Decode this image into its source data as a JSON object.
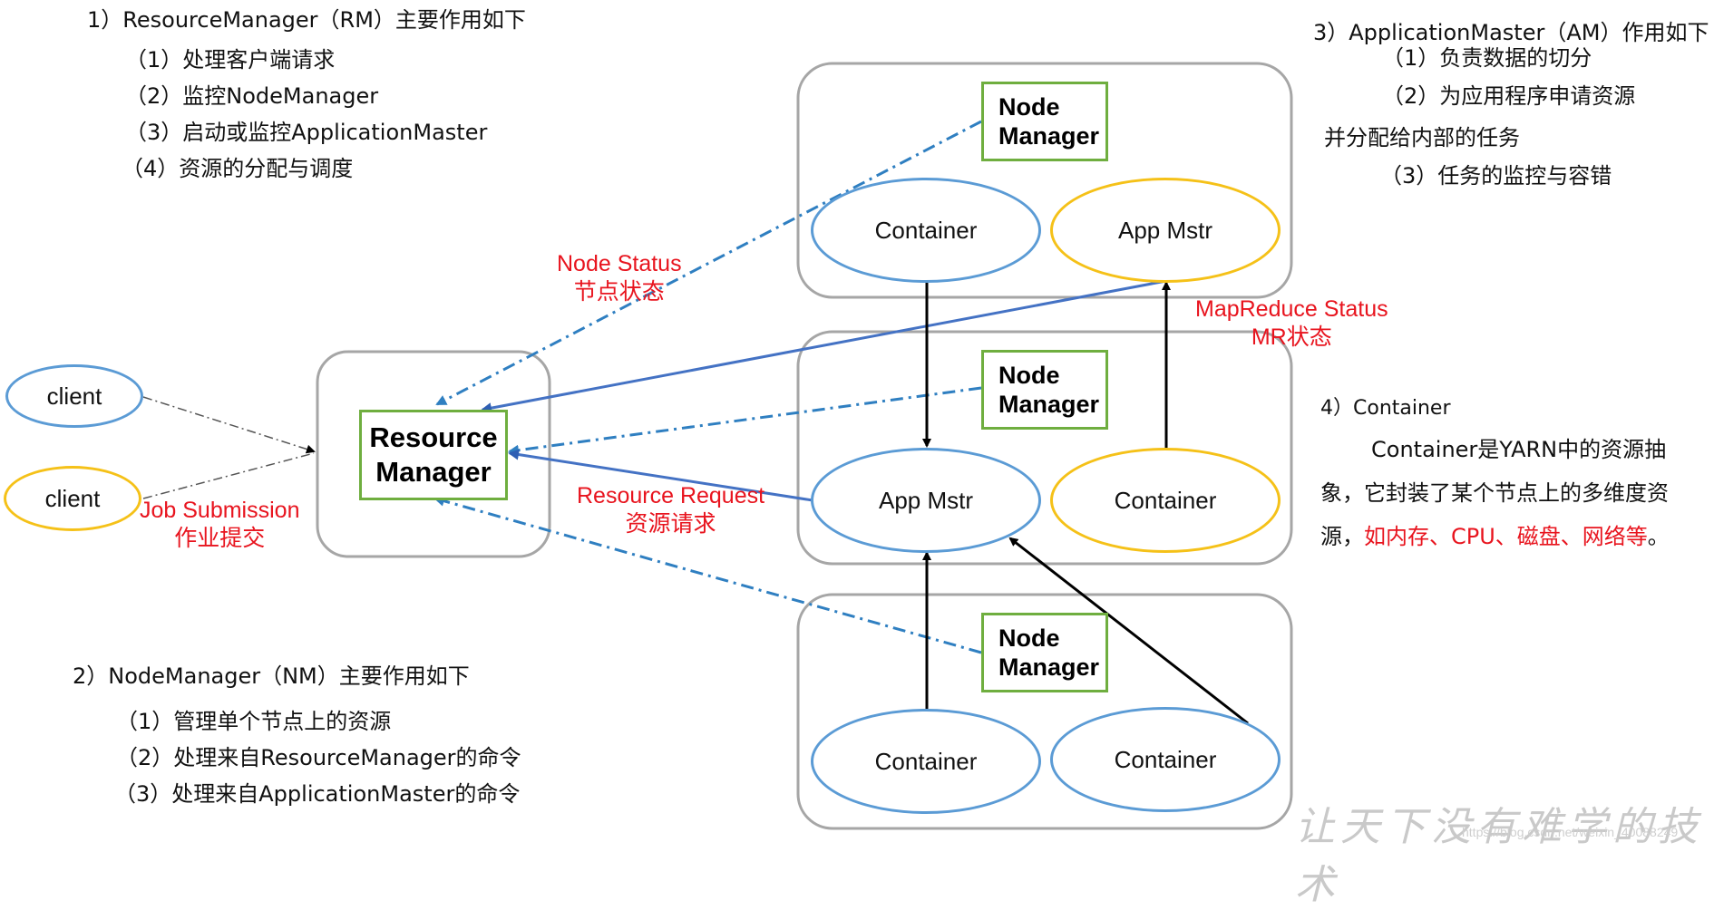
{
  "rm_section": {
    "heading": "1）ResourceManager（RM）主要作用如下",
    "items": [
      "（1）处理客户端请求",
      "（2）监控NodeManager",
      "（3）启动或监控ApplicationMaster",
      "（4）资源的分配与调度"
    ]
  },
  "nm_section": {
    "heading": "2）NodeManager（NM）主要作用如下",
    "items": [
      "（1）管理单个节点上的资源",
      "（2）处理来自ResourceManager的命令",
      "（3）处理来自ApplicationMaster的命令"
    ]
  },
  "am_section": {
    "heading": "3）ApplicationMaster（AM）作用如下",
    "items": [
      "（1）负责数据的切分",
      "（2）为应用程序申请资源",
      "并分配给内部的任务",
      "（3）任务的监控与容错"
    ]
  },
  "container_section": {
    "heading": "4）Container",
    "body_plain": "Container是YARN中的资源抽象，它封装了某个节点上的多维度资源，",
    "body_red": "如内存、CPU、磁盘、网络等",
    "body_end": "。"
  },
  "diagram": {
    "clients": [
      "client",
      "client"
    ],
    "resource_manager": "Resource Manager",
    "node_manager_label": "Node Manager",
    "container_label": "Container",
    "app_master_label": "App Mstr",
    "labels": {
      "node_status_en": "Node Status",
      "node_status_cn": "节点状态",
      "job_submission_en": "Job Submission",
      "job_submission_cn": "作业提交",
      "resource_request_en": "Resource Request",
      "resource_request_cn": "资源请求",
      "mapreduce_status_en": "MapReduce Status",
      "mapreduce_status_cn": "MR状态"
    }
  },
  "watermark": {
    "slogan": "让天下没有难学的技术",
    "url": "https://blog.csdn.net/weixin_40088249"
  },
  "colors": {
    "accent_red": "#e8141e",
    "node_border": "#6fae3f",
    "blue_line": "#4472c4",
    "dashdot_line": "#2f7fc1",
    "gold": "#f5c118",
    "light_blue": "#5b9bd5"
  }
}
